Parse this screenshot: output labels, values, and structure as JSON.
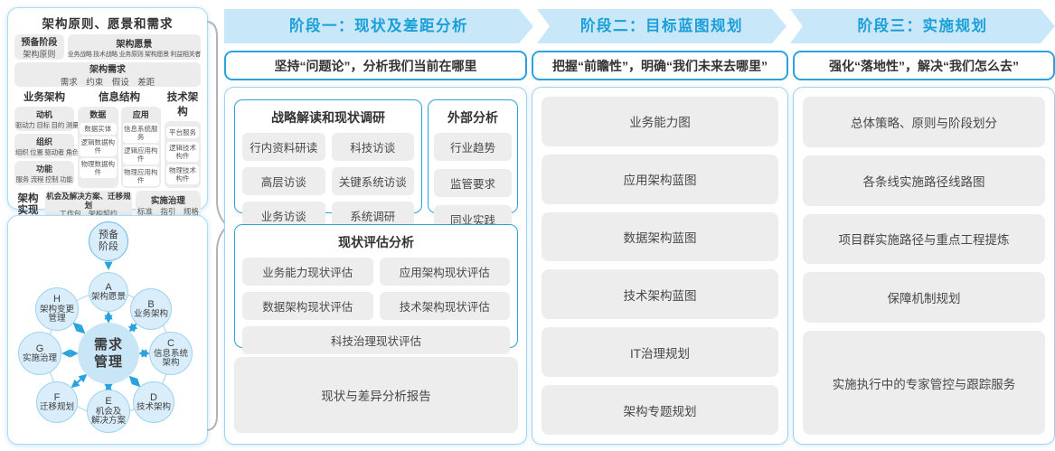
{
  "colors": {
    "accent": "#1f9fd9",
    "band": "#c8e7f8",
    "panel_border": "#9dd3f0",
    "chip_bg": "#ededed"
  },
  "framework": {
    "title": "架构原则、愿景和需求",
    "prep": {
      "title": "预备阶段",
      "sub": "架构原则"
    },
    "vision": {
      "title": "架构愿景",
      "sub": "业务战略 技术战略 业务原则 架构愿景 利益相关者"
    },
    "requirements": {
      "title": "架构需求",
      "sub": "需求　约束　假设　差距"
    },
    "business": {
      "title": "业务架构",
      "groups": [
        {
          "title": "动机",
          "sub": "驱动力 目标 目的 测量"
        },
        {
          "title": "组织",
          "sub": "组织 位置 驱动者 角色"
        },
        {
          "title": "功能",
          "sub": "服务 流程 控制 功能"
        }
      ]
    },
    "information": {
      "title": "信息结构",
      "data": {
        "title": "数据",
        "items": [
          "数据实体",
          "逻辑数据构件",
          "物理数据构件"
        ]
      },
      "app": {
        "title": "应用",
        "items": [
          "信息系统服务",
          "逻辑应用构件",
          "物理应用构件"
        ]
      }
    },
    "technology": {
      "title": "技术架构",
      "items": [
        "平台服务",
        "逻辑技术构件",
        "物理技术构件"
      ]
    },
    "realization": {
      "title": "架构实现",
      "box1": {
        "title": "机会及解决方案、迁移规划",
        "sub": "工作包　架构契约"
      },
      "box2": {
        "title": "实施治理",
        "sub": "标准　指引　规格"
      }
    }
  },
  "adm": {
    "prep": "预备\n阶段",
    "center": "需求\n管理",
    "nodes": [
      {
        "letter": "A",
        "label": "架构愿景"
      },
      {
        "letter": "B",
        "label": "业务架构"
      },
      {
        "letter": "C",
        "label": "信息系统\n架构"
      },
      {
        "letter": "D",
        "label": "技术架构"
      },
      {
        "letter": "E",
        "label": "机会及\n解决方案"
      },
      {
        "letter": "F",
        "label": "迁移规划"
      },
      {
        "letter": "G",
        "label": "实施治理"
      },
      {
        "letter": "H",
        "label": "架构变更\n管理"
      }
    ]
  },
  "phase1": {
    "header": "阶段一：现状及差距分析",
    "subtitle": "坚持“问题论”，分析我们当前在哪里",
    "survey": {
      "title": "战略解读和现状调研",
      "items": [
        "行内资料研读",
        "科技访谈",
        "高层访谈",
        "关键系统访谈",
        "业务访谈",
        "系统调研"
      ]
    },
    "external": {
      "title": "外部分析",
      "items": [
        "行业趋势",
        "监管要求",
        "同业实践"
      ]
    },
    "assessment": {
      "title": "现状评估分析",
      "items": [
        "业务能力现状评估",
        "应用架构现状评估",
        "数据架构现状评估",
        "技术架构现状评估"
      ],
      "full_item": "科技治理现状评估"
    },
    "report": "现状与差异分析报告"
  },
  "phase2": {
    "header": "阶段二：目标蓝图规划",
    "subtitle": "把握“前瞻性”，明确“我们未来去哪里”",
    "items": [
      "业务能力图",
      "应用架构蓝图",
      "数据架构蓝图",
      "技术架构蓝图",
      "IT治理规划",
      "架构专题规划"
    ]
  },
  "phase3": {
    "header": "阶段三：实施规划",
    "subtitle": "强化“落地性”，解决“我们怎么去”",
    "items": [
      "总体策略、原则与阶段划分",
      "各条线实施路径线路图",
      "项目群实施路径与重点工程提炼",
      "保障机制规划",
      "实施执行中的专家管控与跟踪服务"
    ]
  }
}
